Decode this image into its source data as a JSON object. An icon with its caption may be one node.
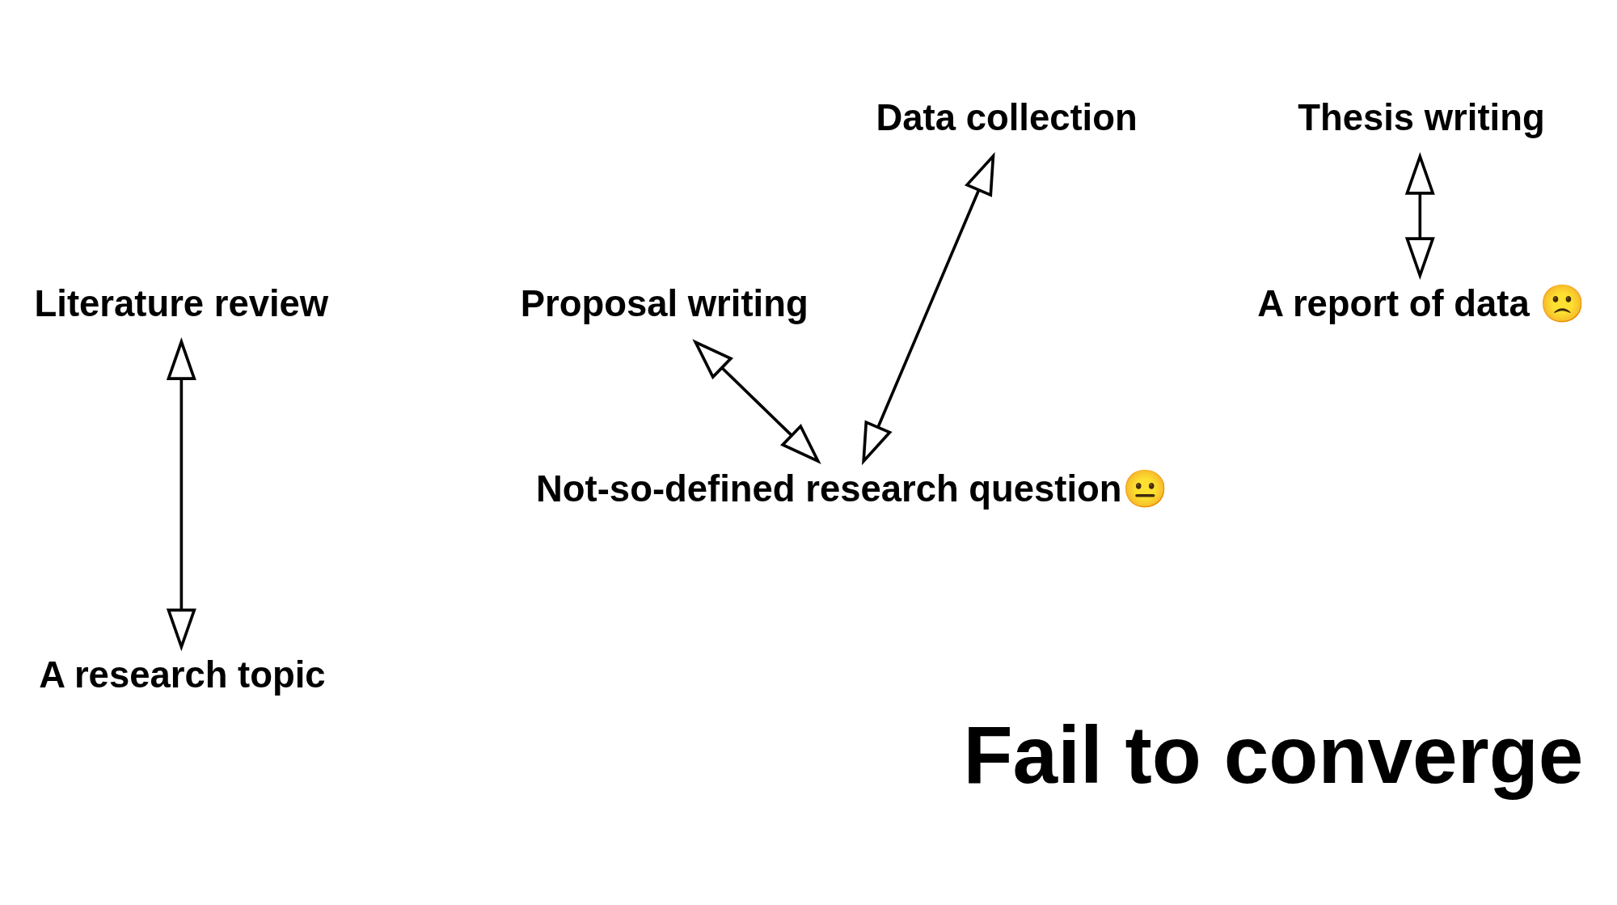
{
  "diagram": {
    "title": "Fail to converge",
    "nodes": [
      {
        "text": [
          "A research topic"
        ]
      },
      {
        "text": [
          "Literature review"
        ]
      },
      {
        "text": [
          "Proposal writing"
        ]
      },
      {
        "text": [
          "Not-so-defined research question😐"
        ]
      },
      {
        "text": [
          "Data collection"
        ]
      },
      {
        "text": [
          "Thesis writing"
        ]
      },
      {
        "text": [
          "A report of data 🙁"
        ]
      }
    ],
    "edges": [
      {
        "from": 0,
        "to": 1,
        "arrow": "both"
      },
      {
        "from": 2,
        "to": 3,
        "arrow": "both"
      },
      {
        "from": 3,
        "to": 4,
        "arrow": "both"
      },
      {
        "from": 5,
        "to": 6,
        "arrow": "both"
      }
    ]
  }
}
